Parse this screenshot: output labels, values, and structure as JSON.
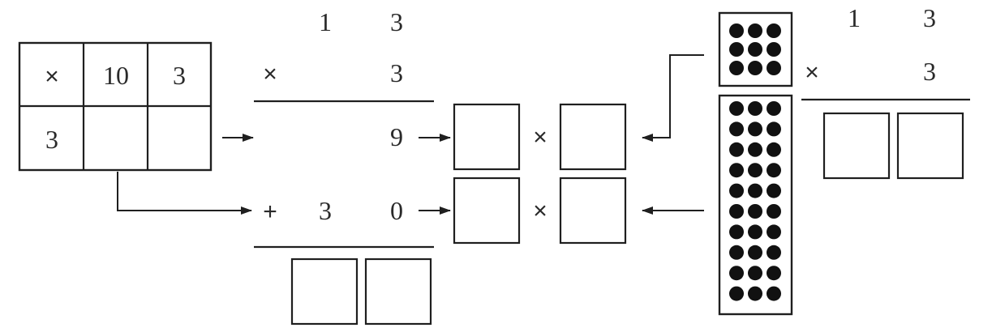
{
  "area_model": {
    "cells": [
      "×",
      "10",
      "3",
      "3",
      "",
      ""
    ]
  },
  "vertical_calc": {
    "multiplicand": [
      "1",
      "3"
    ],
    "times_sign": "×",
    "multiplier": "3",
    "partial_1": "9",
    "plus_sign": "+",
    "partial_2": [
      "3",
      "0"
    ]
  },
  "equation_boxes": {
    "times_sign_1": "×",
    "times_sign_2": "×"
  },
  "right_calc": {
    "multiplicand": [
      "1",
      "3"
    ],
    "times_sign": "×",
    "multiplier": "3"
  },
  "dot_grid": {
    "top_rows": 3,
    "bottom_rows": 10,
    "columns": 3
  }
}
